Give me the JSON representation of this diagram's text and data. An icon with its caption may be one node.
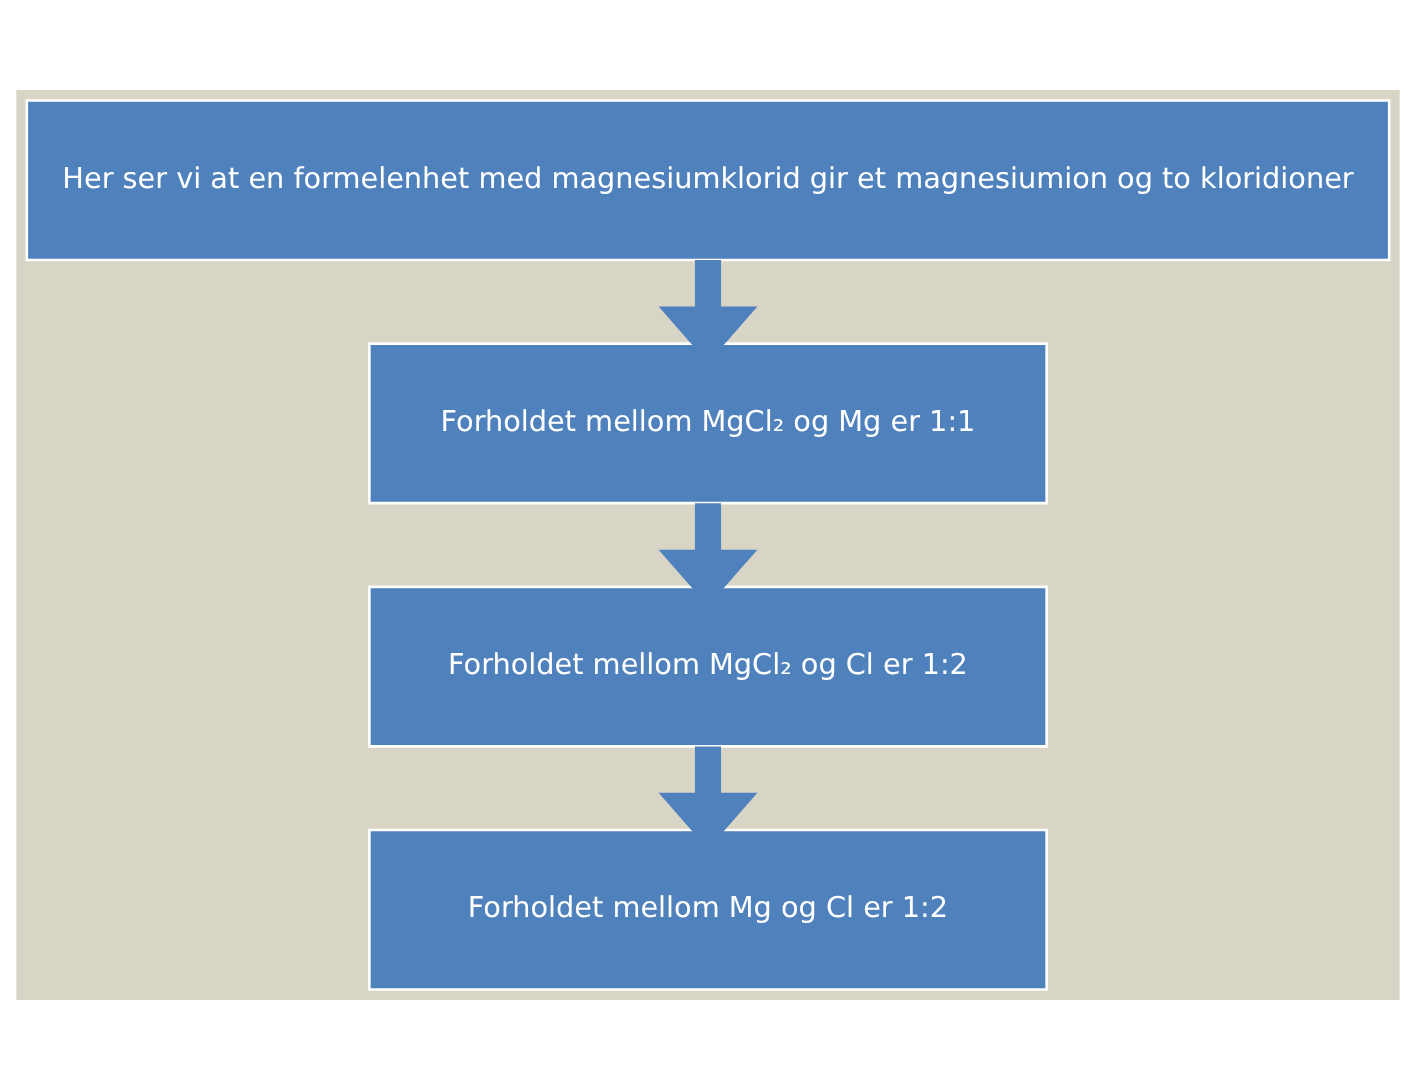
{
  "diagram": {
    "nodes": [
      {
        "text": [
          "Her ser vi at en formelenhet med magnesiumklorid gir et magnesiumion og to kloridioner"
        ]
      },
      {
        "text": [
          "Forholdet mellom MgCl₂ og Mg er 1:1"
        ]
      },
      {
        "text": [
          "Forholdet mellom MgCl₂ og Cl er 1:2"
        ]
      },
      {
        "text": [
          "Forholdet mellom Mg og Cl er 1:2"
        ]
      }
    ],
    "edges": [
      {
        "from": 0,
        "to": 1,
        "arrow": "to"
      },
      {
        "from": 1,
        "to": 2,
        "arrow": "to"
      },
      {
        "from": 2,
        "to": 3,
        "arrow": "to"
      }
    ]
  }
}
